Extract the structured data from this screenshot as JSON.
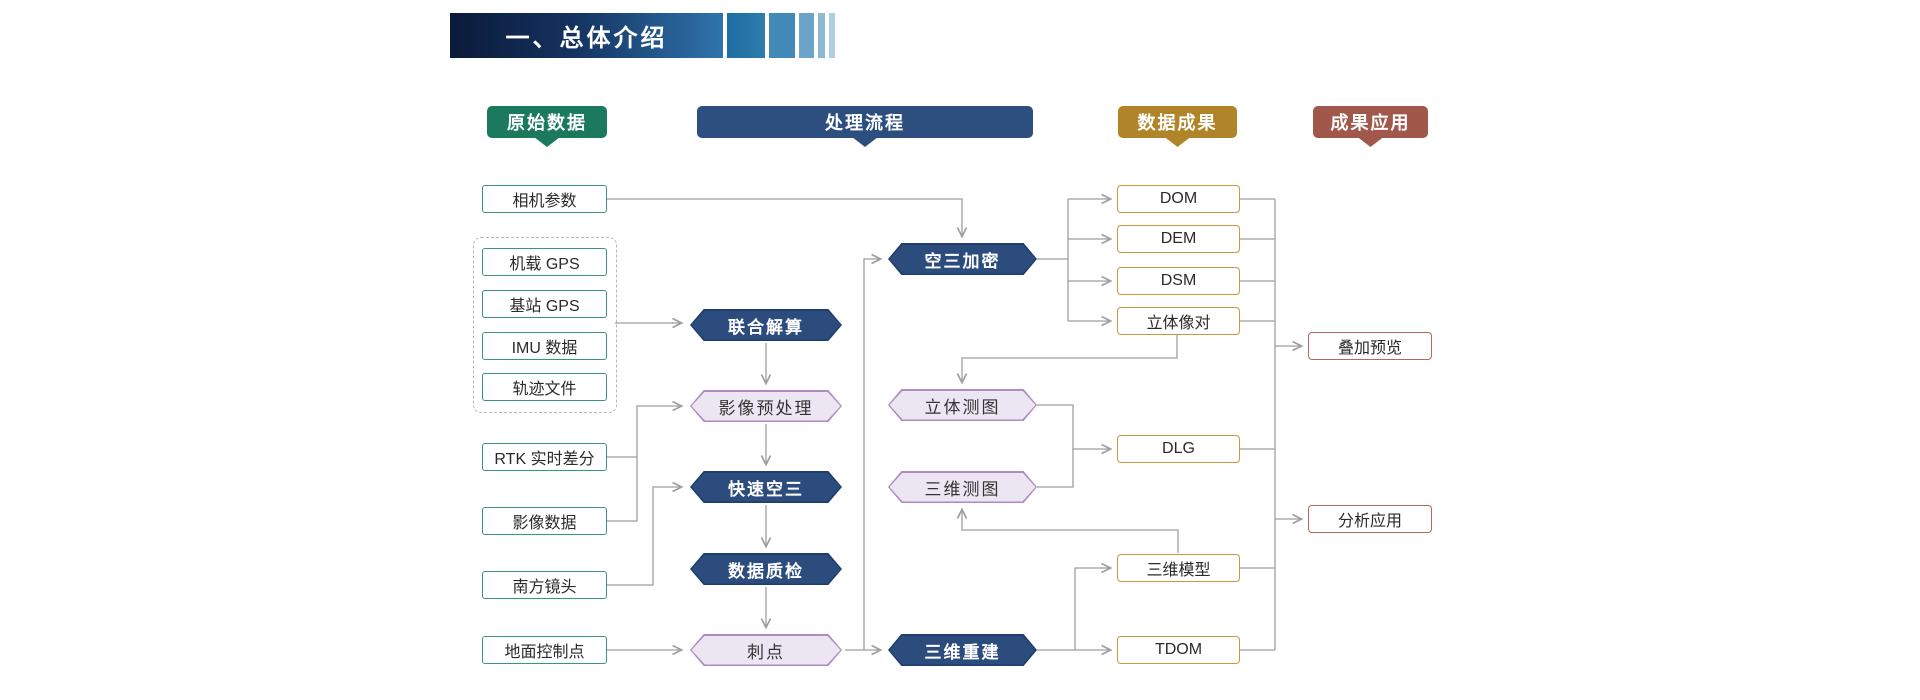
{
  "banner": {
    "title": "一、总体介绍"
  },
  "headers": {
    "raw": "原始数据",
    "process": "处理流程",
    "results": "数据成果",
    "apps": "成果应用"
  },
  "raw": {
    "camera": "相机参数",
    "gps_group": [
      "机载 GPS",
      "基站 GPS",
      "IMU 数据",
      "轨迹文件"
    ],
    "rtk": "RTK 实时差分",
    "imagery": "影像数据",
    "lens": "南方镜头",
    "gcp": "地面控制点"
  },
  "process": {
    "joint_solve": "联合解算",
    "preprocess": "影像预处理",
    "fast_triangulation": "快速空三",
    "quality_check": "数据质检",
    "prick_point": "刺点",
    "triangulation_densify": "空三加密",
    "stereo_mapping": "立体测图",
    "mapping_3d": "三维测图",
    "reconstruction_3d": "三维重建"
  },
  "results": {
    "items": [
      "DOM",
      "DEM",
      "DSM",
      "立体像对",
      "DLG",
      "三维模型",
      "TDOM"
    ]
  },
  "apps": {
    "items": [
      "叠加预览",
      "分析应用"
    ]
  },
  "colors": {
    "banner_gradient_start": "#0b1a3a",
    "banner_gradient_end": "#2f74ad",
    "raw_header": "#1b7a5e",
    "process_header": "#2d4f80",
    "results_header": "#b08428",
    "apps_header": "#a0584a",
    "dark_hexagon": "#2d4c7e",
    "light_hexagon_fill": "#ece5f2",
    "light_hexagon_border": "#b08bc1",
    "raw_box_border": "#3d9183",
    "result_box_border": "#c9973e",
    "app_box_border": "#b4685a",
    "connector": "#9e9e9e"
  }
}
